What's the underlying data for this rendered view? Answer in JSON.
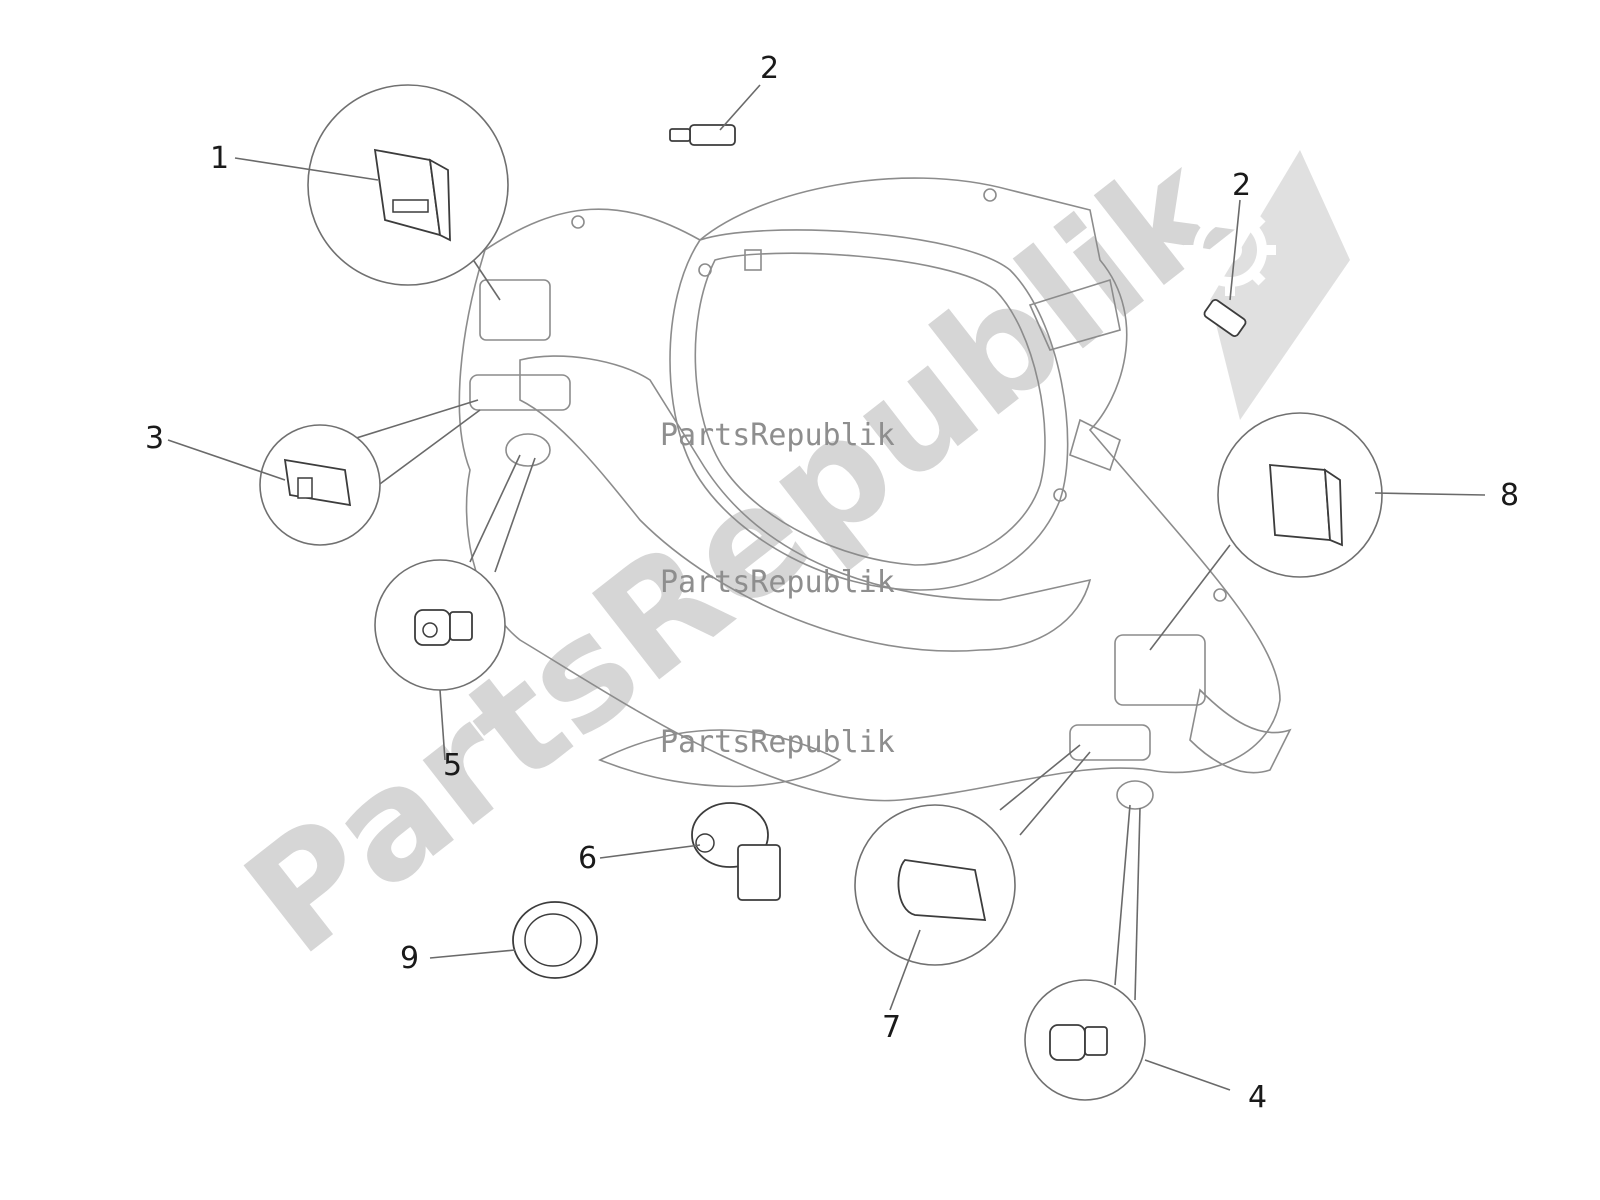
{
  "watermark": {
    "large_text": "PartsRepublik",
    "small_text": "PartsRepublik",
    "logo_icon": "gear-icon"
  },
  "parts": [
    {
      "number": "1"
    },
    {
      "number": "2"
    },
    {
      "number": "2"
    },
    {
      "number": "3"
    },
    {
      "number": "4"
    },
    {
      "number": "5"
    },
    {
      "number": "6"
    },
    {
      "number": "7"
    },
    {
      "number": "8"
    },
    {
      "number": "9"
    }
  ],
  "colors": {
    "line_art": "#8c8c8c",
    "label_text": "#1a1a1a",
    "watermark": "#c9c9c9"
  }
}
